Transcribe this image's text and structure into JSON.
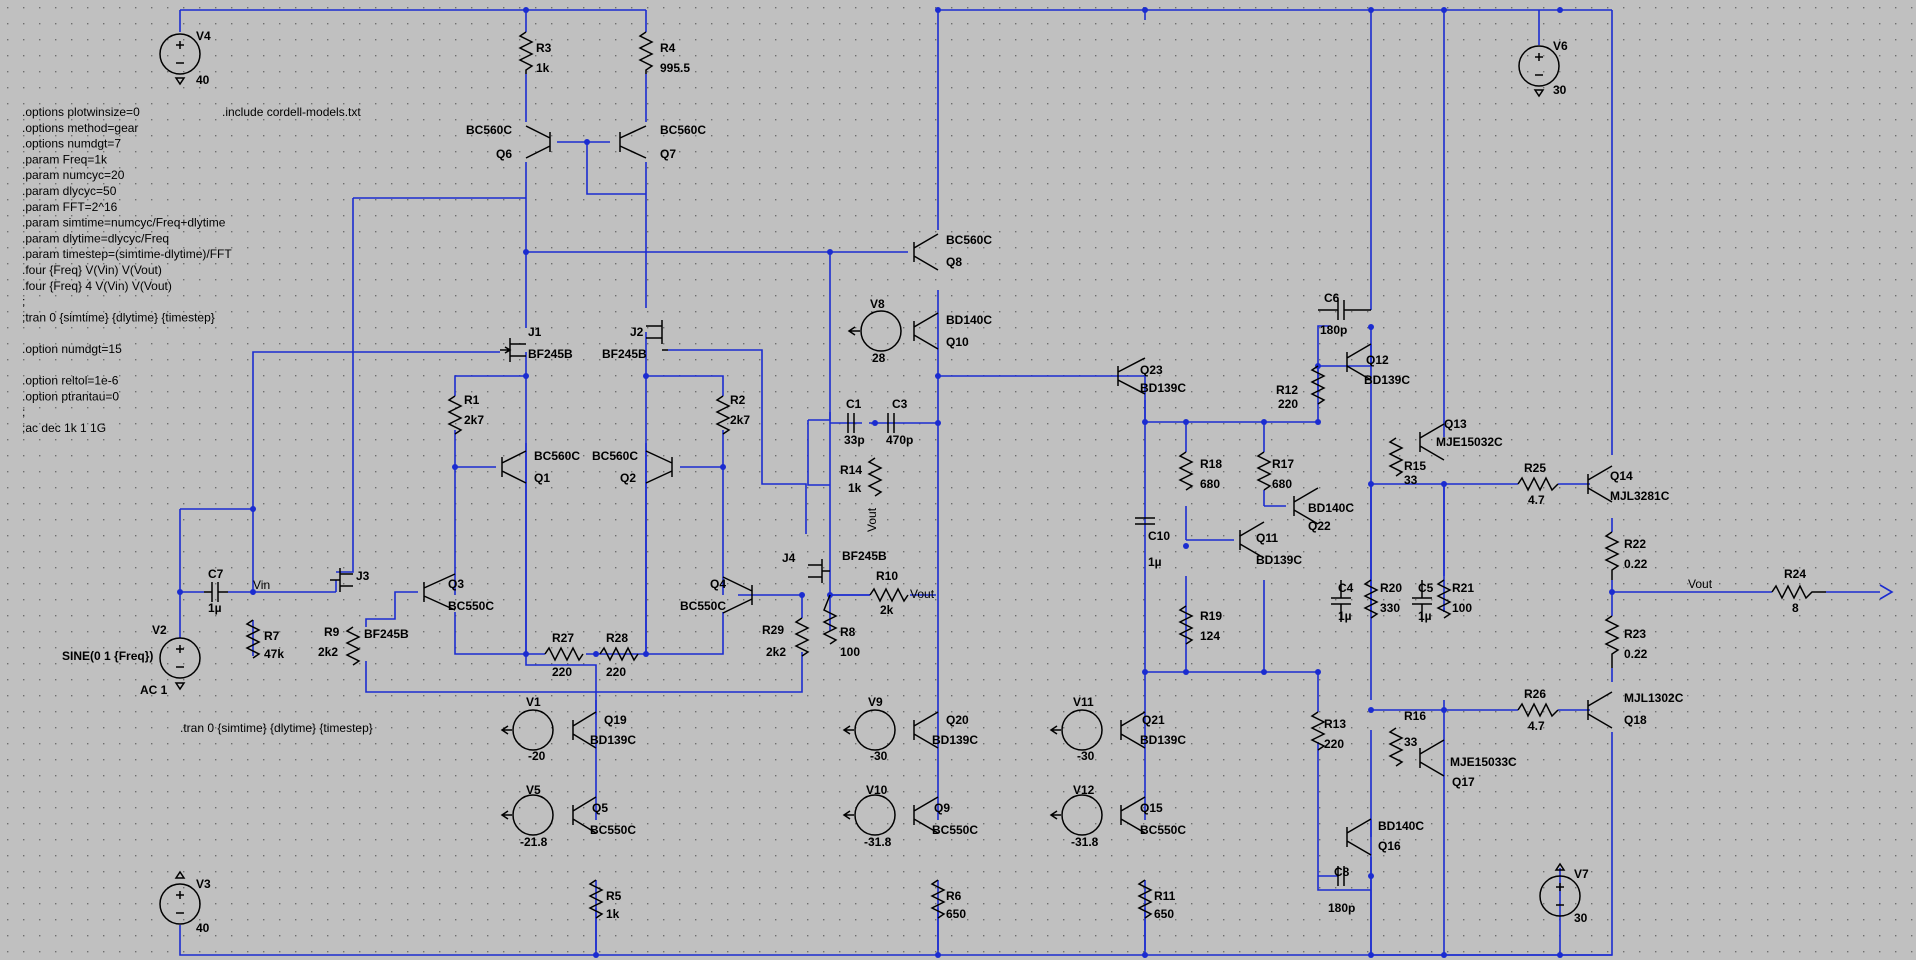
{
  "directives": [
    ".options plotwinsize=0",
    ".options method=gear",
    ".options numdgt=7",
    ".param Freq=1k",
    ".param numcyc=20",
    ".param dlycyc=50",
    ".param FFT=2^16",
    ".param simtime=numcyc/Freq+dlytime",
    ".param dlytime=dlycyc/Freq",
    ".param timestep=(simtime-dlytime)/FFT",
    ".four {Freq} V(Vin) V(Vout)",
    ".four {Freq} 4 V(Vin) V(Vout)",
    ";",
    ";tran 0 {simtime} {dlytime} {timestep}",
    "",
    ".option numdgt=15",
    "",
    ".option reltol=1e-6",
    ".option ptrantau=0",
    ";",
    ";ac dec 1k 1 1G"
  ],
  "include_directive": ".include cordell-models.txt",
  "tran_directive": ".tran 0 {simtime} {dlytime} {timestep}",
  "colors": {
    "background": "#c0c0c0",
    "wire": "#1b2cd0",
    "component": "#000000"
  },
  "sources": {
    "V4": {
      "name": "V4",
      "value": "40"
    },
    "V6": {
      "name": "V6",
      "value": "30"
    },
    "V3": {
      "name": "V3",
      "value": "40"
    },
    "V7": {
      "name": "V7",
      "value": "30"
    },
    "V2": {
      "name": "V2",
      "value": "SINE(0 1 {Freq})",
      "ac": "AC 1"
    },
    "V8": {
      "name": "V8",
      "value": "28"
    },
    "V1": {
      "name": "V1",
      "value": "-20"
    },
    "V5": {
      "name": "V5",
      "value": "-21.8"
    },
    "V9": {
      "name": "V9",
      "value": "-30"
    },
    "V10": {
      "name": "V10",
      "value": "-31.8"
    },
    "V11": {
      "name": "V11",
      "value": "-30"
    },
    "V12": {
      "name": "V12",
      "value": "-31.8"
    }
  },
  "resistors": {
    "R3": {
      "name": "R3",
      "value": "1k"
    },
    "R4": {
      "name": "R4",
      "value": "995.5"
    },
    "R1": {
      "name": "R1",
      "value": "2k7"
    },
    "R2": {
      "name": "R2",
      "value": "2k7"
    },
    "R7": {
      "name": "R7",
      "value": "47k"
    },
    "R9": {
      "name": "R9",
      "value": "2k2"
    },
    "R27": {
      "name": "R27",
      "value": "220"
    },
    "R28": {
      "name": "R28",
      "value": "220"
    },
    "R29": {
      "name": "R29",
      "value": "2k2"
    },
    "R8": {
      "name": "R8",
      "value": "100"
    },
    "R10": {
      "name": "R10",
      "value": "2k"
    },
    "R14": {
      "name": "R14",
      "value": "1k"
    },
    "R5": {
      "name": "R5",
      "value": "1k"
    },
    "R6": {
      "name": "R6",
      "value": "650"
    },
    "R11": {
      "name": "R11",
      "value": "650"
    },
    "R18": {
      "name": "R18",
      "value": "680"
    },
    "R17": {
      "name": "R17",
      "value": "680"
    },
    "R19": {
      "name": "R19",
      "value": "124"
    },
    "R12": {
      "name": "R12",
      "value": "220"
    },
    "R13": {
      "name": "R13",
      "value": "220"
    },
    "R15": {
      "name": "R15",
      "value": "33"
    },
    "R16": {
      "name": "R16",
      "value": "33"
    },
    "R20": {
      "name": "R20",
      "value": "330"
    },
    "R21": {
      "name": "R21",
      "value": "100"
    },
    "R25": {
      "name": "R25",
      "value": "4.7"
    },
    "R26": {
      "name": "R26",
      "value": "4.7"
    },
    "R22": {
      "name": "R22",
      "value": "0.22"
    },
    "R23": {
      "name": "R23",
      "value": "0.22"
    },
    "R24": {
      "name": "R24",
      "value": "8"
    }
  },
  "capacitors": {
    "C7": {
      "name": "C7",
      "value": "1µ"
    },
    "C1": {
      "name": "C1",
      "value": "33p"
    },
    "C3": {
      "name": "C3",
      "value": "470p"
    },
    "C10": {
      "name": "C10",
      "value": "1µ"
    },
    "C6": {
      "name": "C6",
      "value": "180p"
    },
    "C8": {
      "name": "C8",
      "value": "180p"
    },
    "C4": {
      "name": "C4",
      "value": "1µ"
    },
    "C5": {
      "name": "C5",
      "value": "1µ"
    }
  },
  "transistors": {
    "Q6": {
      "name": "Q6",
      "model": "BC560C"
    },
    "Q7": {
      "name": "Q7",
      "model": "BC560C"
    },
    "Q1": {
      "name": "Q1",
      "model": "BC560C"
    },
    "Q2": {
      "name": "Q2",
      "model": "BC560C"
    },
    "Q3": {
      "name": "Q3",
      "model": "BC550C"
    },
    "Q4": {
      "name": "Q4",
      "model": "BC550C"
    },
    "Q8": {
      "name": "Q8",
      "model": "BC560C"
    },
    "Q10": {
      "name": "Q10",
      "model": "BD140C"
    },
    "Q19": {
      "name": "Q19",
      "model": "BD139C"
    },
    "Q5": {
      "name": "Q5",
      "model": "BC550C"
    },
    "Q20": {
      "name": "Q20",
      "model": "BD139C"
    },
    "Q9": {
      "name": "Q9",
      "model": "BC550C"
    },
    "Q21": {
      "name": "Q21",
      "model": "BD139C"
    },
    "Q15": {
      "name": "Q15",
      "model": "BC550C"
    },
    "Q23": {
      "name": "Q23",
      "model": "BD139C"
    },
    "Q11": {
      "name": "Q11",
      "model": "BD139C"
    },
    "Q22": {
      "name": "Q22",
      "model": "BD140C"
    },
    "Q12": {
      "name": "Q12",
      "model": "BD139C"
    },
    "Q16": {
      "name": "Q16",
      "model": "BD140C"
    },
    "Q13": {
      "name": "Q13",
      "model": "MJE15032C"
    },
    "Q17": {
      "name": "Q17",
      "model": "MJE15033C"
    },
    "Q14": {
      "name": "Q14",
      "model": "MJL3281C"
    },
    "Q18": {
      "name": "Q18",
      "model": "MJL1302C"
    }
  },
  "jfets": {
    "J1": {
      "name": "J1",
      "model": "BF245B"
    },
    "J2": {
      "name": "J2",
      "model": "BF245B"
    },
    "J3": {
      "name": "J3",
      "model": "BF245B"
    },
    "J4": {
      "name": "J4",
      "model": "BF245B"
    }
  },
  "nets": {
    "vin": "Vin",
    "vout": "Vout"
  }
}
